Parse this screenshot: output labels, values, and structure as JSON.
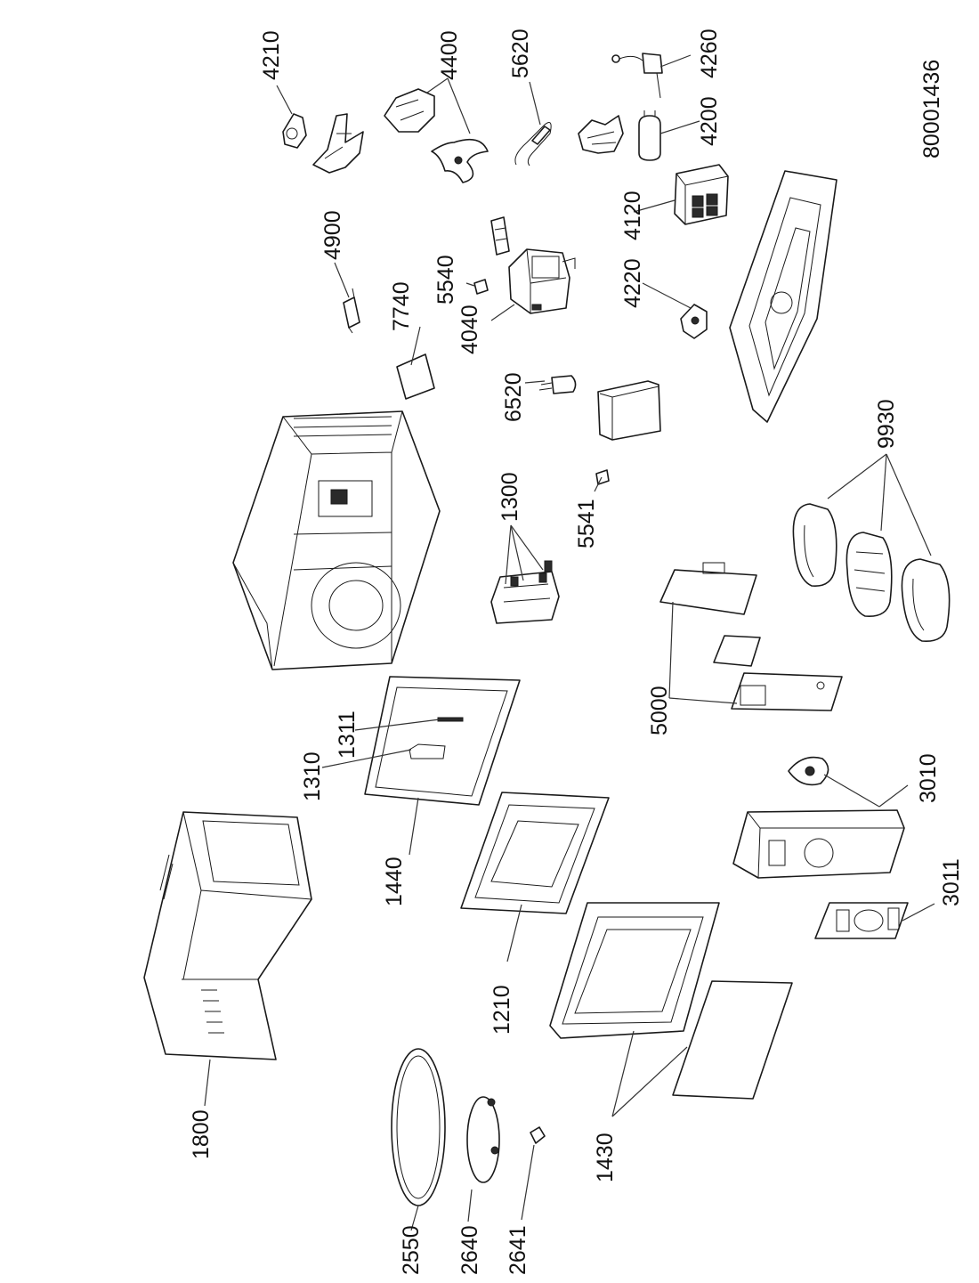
{
  "document_number": "80001436",
  "part_numbers": {
    "p4210": "4210",
    "p4400": "4400",
    "p5620": "5620",
    "p4260": "4260",
    "p4200": "4200",
    "p4120": "4120",
    "p4900": "4900",
    "p5540": "5540",
    "p4040": "4040",
    "p4220": "4220",
    "p7740": "7740",
    "p6520": "6520",
    "p9930": "9930",
    "p1300": "1300",
    "p5541": "5541",
    "p5000": "5000",
    "p1311": "1311",
    "p1310": "1310",
    "p3010": "3010",
    "p1440": "1440",
    "p3011": "3011",
    "p1210": "1210",
    "p1800": "1800",
    "p1430": "1430",
    "p2550": "2550",
    "p2640": "2640",
    "p2641": "2641"
  },
  "colors": {
    "line": "#1a1a1a",
    "background": "#ffffff"
  }
}
